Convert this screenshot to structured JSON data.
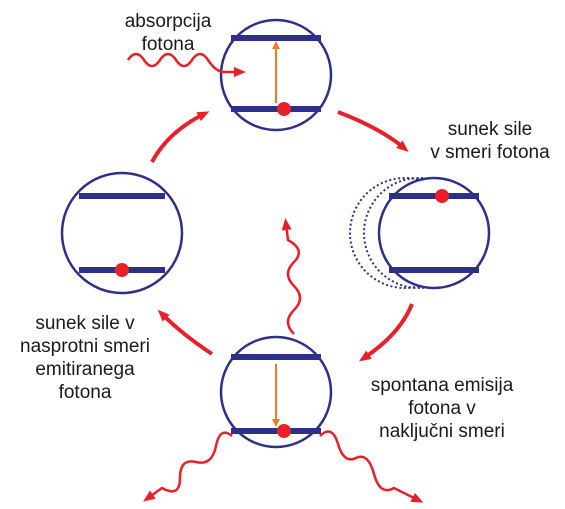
{
  "labels": {
    "absorption": [
      "absorpcija",
      "fotona"
    ],
    "kick_photon_direction": [
      "sunek sile",
      "v smeri fotona"
    ],
    "kick_opposite": [
      "sunek sile v",
      "nasprotni smeri",
      "emitiranega",
      "fotona"
    ],
    "spontaneous_emission": [
      "spontana emisija",
      "fotona v",
      "naključni smeri"
    ]
  },
  "colors": {
    "circle": "#2e2f86",
    "level": "#2e2f86",
    "electron": "#e8202a",
    "photon": "#e8202a",
    "cycle_arrow": "#e8202a",
    "transition_arrow": "#f07a2a",
    "text": "#1a1a1a"
  },
  "states": [
    {
      "name": "absorption-state",
      "electron": "lower",
      "transition": "up"
    },
    {
      "name": "kicked-state",
      "electron": "upper",
      "transition": "none"
    },
    {
      "name": "emission-state",
      "electron": "lower",
      "transition": "down"
    },
    {
      "name": "ground-state",
      "electron": "lower",
      "transition": "none"
    }
  ]
}
